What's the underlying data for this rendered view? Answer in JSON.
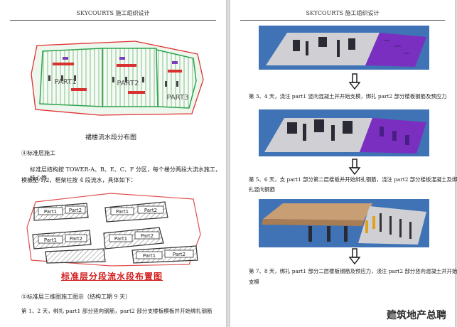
{
  "left_page": {
    "header": "SKYCOURTS 施工组织设计",
    "fig1": {
      "caption": "裙楼流水段分布图",
      "parts": [
        "PART1",
        "PART2",
        "PART3"
      ]
    },
    "section4_title": "④标准层施工",
    "section4_body": [
      "标准层结构按 TOWER-A、B、E、C、F 分区，每个楼分两段大流水施工，核心筒",
      "模板配 1/2，框架柱按 4 段流水，具体如下："
    ],
    "fig2": {
      "caption": "标准层分段流水段布置图",
      "labels": [
        "Part1",
        "Part2",
        "Part1",
        "Part2",
        "Part1",
        "Part2",
        "Part1",
        "Part2",
        "Part1",
        "Part2"
      ]
    },
    "section5_title": "⑤标准层三维图施工图示（结构工期 9 天）",
    "section5_body": "第 1、2 天，绑扎 part1 部分竖向钢筋，part2 部分支楼板模板并开始绑扎钢筋"
  },
  "right_page": {
    "header": "SKYCOURTS 施工组织设计",
    "step1_text": "第 3、4 天，浇注 part1 竖向混凝土并开始支模，绑扎 part2 部分楼板钢筋及预应力",
    "step2_text_lines": [
      "第 5、6 天，支 part1 部分第二层楼板并开始绑扎钢筋，浇注 part2 部分楼板混凝土及绑",
      "扎竖向钢筋"
    ],
    "step3_text_lines": [
      "第 7、8 天，绑扎 part1 部分二层楼板钢筋及预应力，浇注 part2 部分竖向混凝土并开始",
      "支模"
    ]
  },
  "watermark": "建筑地产总聘",
  "colors": {
    "accent_red": "#d21c1c",
    "purple": "#7a2fc0",
    "hatch_green": "#8fcc8f",
    "slab_grey": "#c8c8cc",
    "ground_blue": "#3a6fb0",
    "tan": "#c89e74"
  }
}
